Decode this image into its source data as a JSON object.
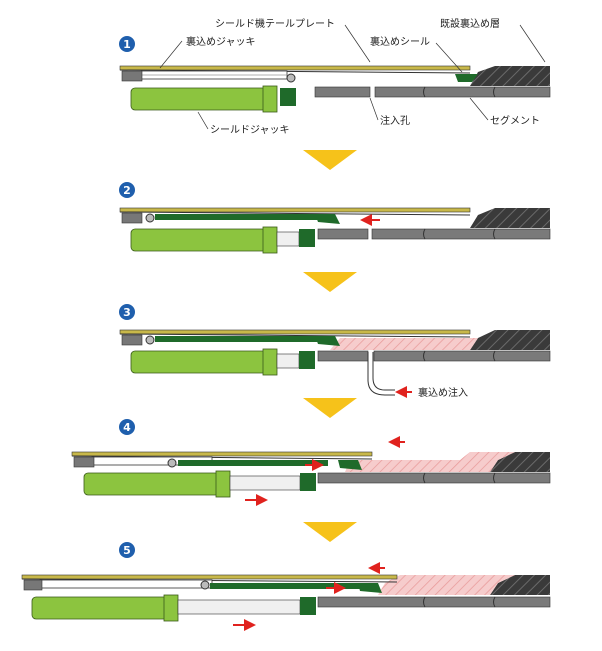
{
  "labels": {
    "tail_plate": "シールド機テールプレート",
    "backfill_jack": "裏込めジャッキ",
    "existing_layer": "既設裏込め層",
    "backfill_seal": "裏込めシール",
    "shield_jack": "シールドジャッキ",
    "injection_hole": "注入孔",
    "segment": "セグメント",
    "backfill_injection": "裏込め注入"
  },
  "steps": [
    "1",
    "2",
    "3",
    "4",
    "5"
  ],
  "colors": {
    "step_circle": "#1f5fad",
    "jack_green": "#8cc43f",
    "dark_green": "#1f6a2a",
    "plate_yellow": "#c8b84a",
    "segment_gray": "#7a7a7a",
    "existing_dark": "#3a3a3a",
    "backfill_pink": "#f4c4c4",
    "arrow_red": "#e0221e",
    "triangle_yellow": "#f6c21a"
  }
}
